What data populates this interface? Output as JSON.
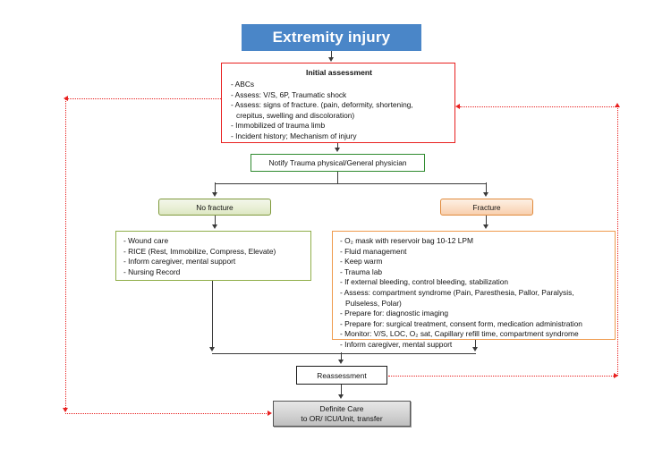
{
  "diagram": {
    "title": "Extremity injury",
    "initial_assessment": {
      "heading": "Initial assessment",
      "items": [
        "- ABCs",
        "- Assess: V/S, 6P, Traumatic shock",
        "- Assess: signs of fracture. (pain, deformity, shortening,",
        "crepitus, swelling and discoloration)",
        "- Immobilized of trauma limb",
        "- Incident history; Mechanism of injury"
      ]
    },
    "notify": "Notify Trauma physical/General physician",
    "branches": {
      "no_fracture_label": "No fracture",
      "fracture_label": "Fracture"
    },
    "no_fracture_actions": [
      "- Wound care",
      "- RICE (Rest, Immobilize, Compress, Elevate)",
      "- Inform caregiver, mental support",
      "- Nursing Record"
    ],
    "fracture_actions": [
      "- O₂ mask with reservoir bag 10-12 LPM",
      "- Fluid management",
      "- Keep warm",
      "- Trauma lab",
      "- If external bleeding, control bleeding, stabilization",
      "- Assess: compartment syndrome (Pain, Paresthesia, Pallor, Paralysis,",
      "Pulseless, Polar)",
      "- Prepare for: diagnostic imaging",
      "- Prepare for: surgical treatment, consent form, medication administration",
      "- Monitor: V/S, LOC, O₂ sat, Capillary refill time, compartment syndrome",
      "- Inform caregiver, mental support"
    ],
    "reassessment": "Reassessment",
    "definite_care": {
      "line1": "Definite Care",
      "line2": "to OR/ ICU/Unit, transfer"
    },
    "colors": {
      "title_fill": "#4a86c8",
      "initial_border": "#e8201f",
      "notify_border": "#2e8a2e",
      "no_fracture_border": "#8fae49",
      "fracture_border": "#ef9a4c",
      "feedback_line": "#e8201f",
      "connector": "#3a3a3a"
    }
  }
}
